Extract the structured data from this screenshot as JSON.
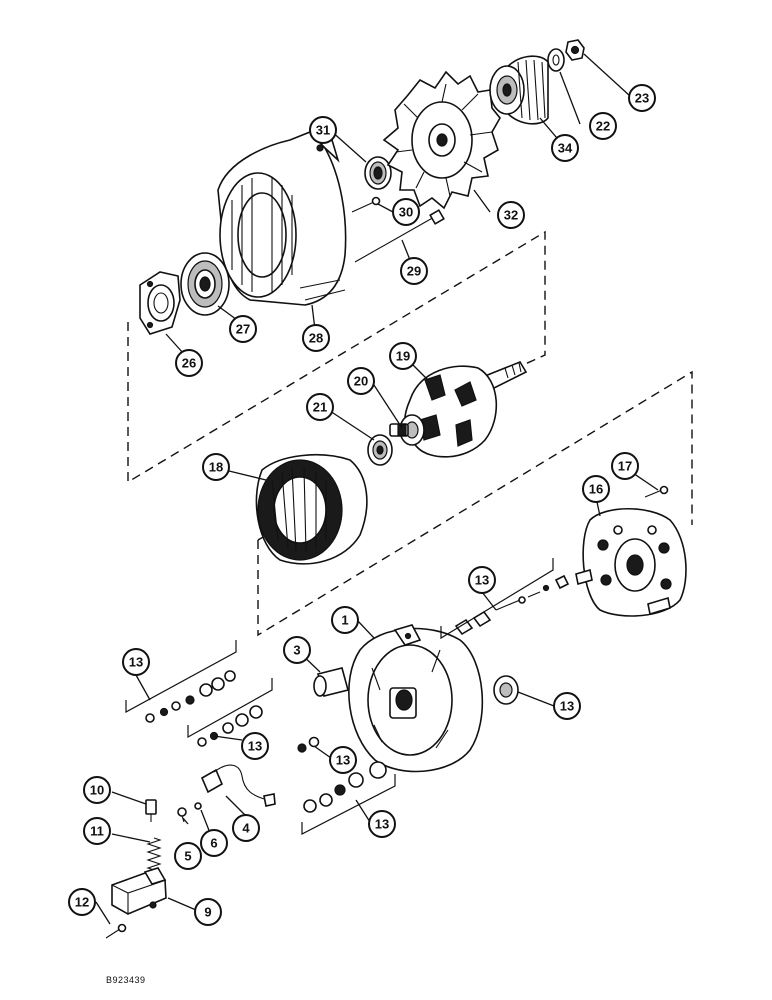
{
  "callouts": [
    "1",
    "3",
    "4",
    "5",
    "6",
    "9",
    "10",
    "11",
    "12",
    "13",
    "16",
    "17",
    "18",
    "19",
    "20",
    "21",
    "22",
    "23",
    "26",
    "27",
    "28",
    "29",
    "30",
    "31",
    "32",
    "34"
  ],
  "figure_code": "B923439"
}
